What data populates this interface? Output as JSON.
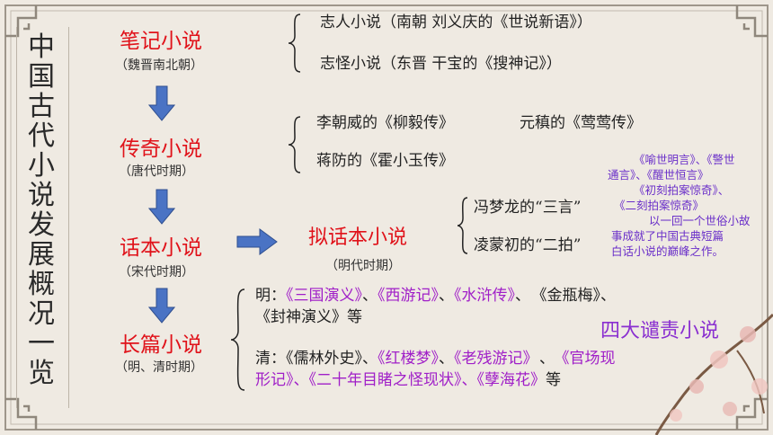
{
  "title": "中国古代小说发展概况一览",
  "stages": [
    {
      "name": "笔记小说",
      "period": "（魏晋南北朝）"
    },
    {
      "name": "传奇小说",
      "period": "（唐代时期）"
    },
    {
      "name": "话本小说",
      "period": "（宋代时期）"
    },
    {
      "name": "长篇小说",
      "period": "（明、清时期）"
    }
  ],
  "biji": {
    "line1": "志人小说（南朝 刘义庆的《世说新语》）",
    "line2": "志怪小说（东晋 干宝的《搜神记》）"
  },
  "chuanqi": {
    "line1a": "李朝威的《柳毅传》",
    "line1b": "元稹的《莺莺传》",
    "line2": "蒋防的《霍小玉传》"
  },
  "nihua": {
    "name": "拟话本小说",
    "period": "（明代时期）",
    "sanyan": "冯梦龙的“三言”",
    "erpai": "凌蒙初的“二拍”",
    "note": {
      "l1": "《喻世明言》、《警世",
      "l2": "通言》、《醒世恒言》",
      "l3": "《初刻拍案惊奇》、",
      "l4": "《二刻拍案惊奇》",
      "l5": "以一回一个世俗小故",
      "l6": "事成就了中国古典短篇",
      "l7": "白话小说的巅峰之作。"
    }
  },
  "ming": {
    "prefix": "明：",
    "w1": "《三国演义》",
    "sep1": "、",
    "w2": "《西游记》",
    "sep2": "、",
    "w3": "《水浒传》",
    "sep3": "、",
    "w4": "《金瓶梅》",
    "sep4": "、",
    "w5": "《封神演义》",
    "suffix": "等"
  },
  "qing": {
    "prefix": "清：",
    "w1": "《儒林外史》",
    "sep1": "、",
    "w2": "《红楼梦》",
    "sep2": "、",
    "w3": "《老残游记》",
    "sep3": "、",
    "w4a": "《官场现",
    "w4b": "形记》",
    "sep4": "、",
    "w5": "《二十年目睹之怪现状》",
    "sep5": "、",
    "w6": "《孽海花》",
    "suffix": "等",
    "label": "四大谴责小说"
  },
  "colors": {
    "red": "#e0121a",
    "purple": "#a01fc8",
    "arrow": "#4a73c4",
    "frame": "#9e968b"
  }
}
